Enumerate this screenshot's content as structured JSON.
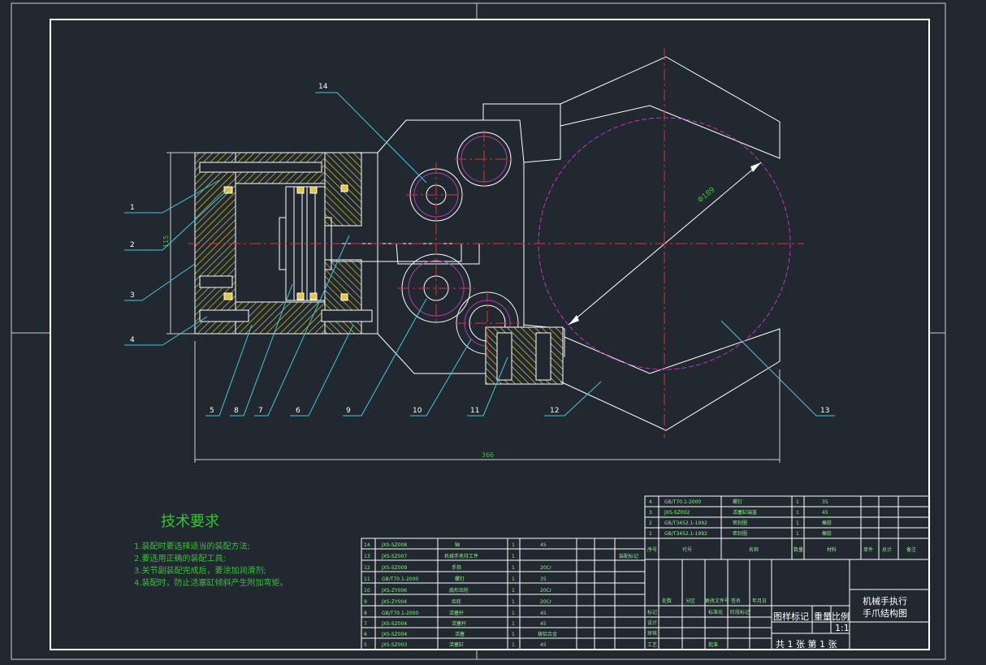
{
  "drawing": {
    "dim_overall_length": "366",
    "dim_height": "115",
    "dim_circle_diameter": "Φ189",
    "part_labels": [
      "1",
      "2",
      "3",
      "4",
      "5",
      "8",
      "7",
      "6",
      "9",
      "10",
      "11",
      "12",
      "13",
      "14"
    ]
  },
  "technical_requirements": {
    "title": "技术要求",
    "items": [
      "1.装配时要选择适当的装配方法;",
      "2.要选用正确的装配工具;",
      "3.关节副装配完成后，要涂加润滑剂;",
      "4.装配时，防止活塞缸倾斜产生附加弯矩。"
    ]
  },
  "title_block": {
    "drawing_name_line1": "机械手执行",
    "drawing_name_line2": "手爪结构图",
    "mark_label": "图样标记",
    "weight_label": "重量",
    "scale_label": "比例",
    "scale_value": "1:1",
    "sheet_info": "共 1 张 第 1 张"
  },
  "bom_right": {
    "header": [
      "序号",
      "代号",
      "名称",
      "数量",
      "材料",
      "单件",
      "总计",
      "备注"
    ],
    "rows": [
      [
        "4",
        "GB/T70.1-2000",
        "螺钉",
        "1",
        "35",
        "",
        ""
      ],
      [
        "3",
        "JXS-SZ002",
        "活塞缸端盖",
        "1",
        "45",
        "",
        ""
      ],
      [
        "2",
        "GB/T3452.1-1992",
        "密封圈",
        "1",
        "橡胶",
        "",
        ""
      ],
      [
        "1",
        "GB/T3452.1-1992",
        "密封圈",
        "1",
        "橡胶",
        "",
        ""
      ]
    ]
  },
  "bom_left": {
    "rows": [
      [
        "14",
        "JXS-SZ008",
        "轴",
        "1",
        "45"
      ],
      [
        "13",
        "JXS-SZ007",
        "机械手夹持工件",
        "1",
        ""
      ],
      [
        "12",
        "JXS-SZ009",
        "手指",
        "1",
        "20Cr"
      ],
      [
        "11",
        "GB/T70.1-2000",
        "螺钉",
        "1",
        "35"
      ],
      [
        "10",
        "JXS-ZY006",
        "扇形齿轮",
        "1",
        "20Cr"
      ],
      [
        "9",
        "JXS-ZY004",
        "齿轮",
        "1",
        "20Cr"
      ],
      [
        "8",
        "GB/T70.1-2000",
        "活塞杆",
        "1",
        "45"
      ],
      [
        "7",
        "JXS-SZ004",
        "活塞杆",
        "1",
        "45"
      ],
      [
        "6",
        "JXS-SZ004",
        "活塞",
        "1",
        "铸铝合金"
      ],
      [
        "5",
        "JXS-SZ003",
        "活塞缸",
        "1",
        "45"
      ]
    ],
    "side_label": "装配标记"
  },
  "sign_block": {
    "labels": [
      "标记",
      "处数",
      "分区",
      "更改文件号",
      "签名",
      "年月日",
      "设计",
      "标准化",
      "阶段标记",
      "审核",
      "工艺",
      "批准"
    ]
  }
}
